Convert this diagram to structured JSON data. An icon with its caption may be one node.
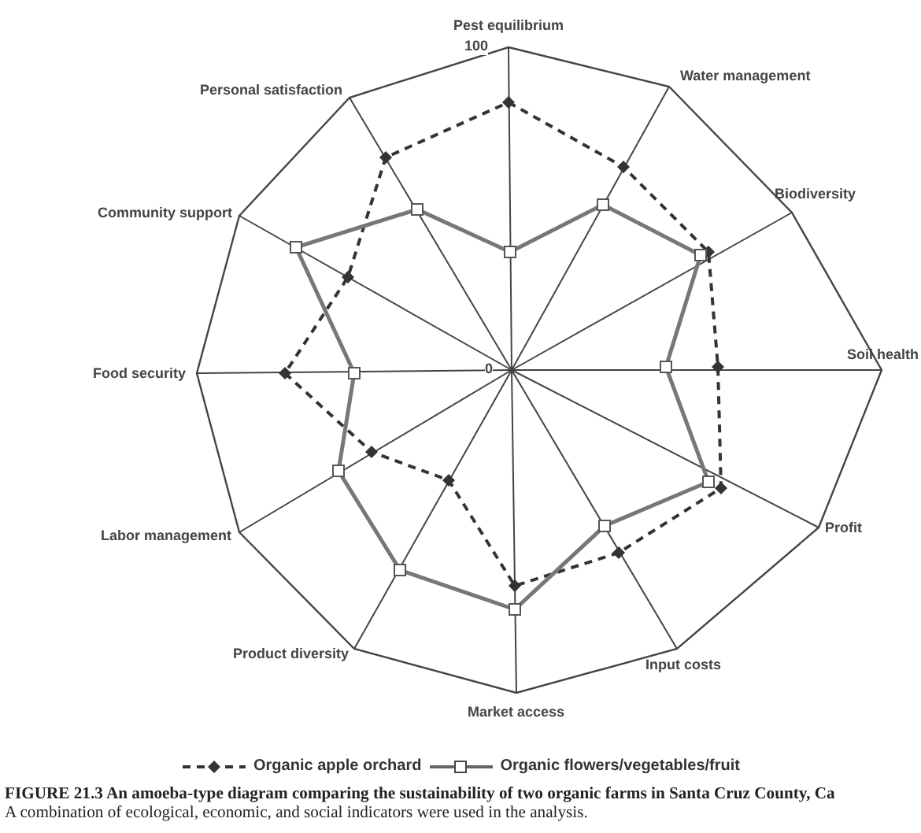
{
  "diagram": {
    "caption": "**FIGURE 21.3 An amoeba-type diagram comparing the sustainability of two organic farms in Santa Cruz County, Ca** A combination of ecological, economic, and social indicators were used in the analysis.",
    "labels": [
      "Pest equilibrium",
      "100",
      "Personal satisfaction",
      "Water management",
      "Community support",
      "Biodiversity",
      "Food security",
      "0",
      "Soil health",
      "Labor management",
      "Profit",
      "Product diversity",
      "Input costs",
      "Market access"
    ],
    "legend": [
      {
        "text": "Organic apple orchard"
      },
      {
        "text": "Organic flowers/vegetables/fruit"
      }
    ]
  }
}
